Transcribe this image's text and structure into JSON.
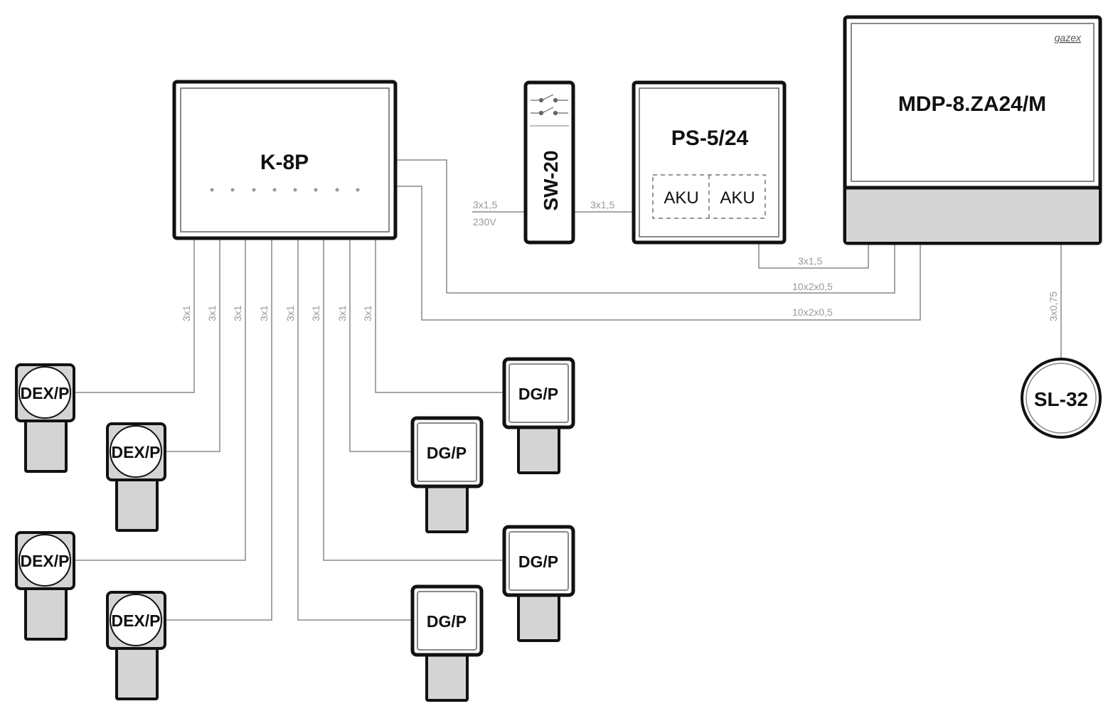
{
  "devices": {
    "k8p": "K-8P",
    "sw20": "SW-20",
    "ps524": "PS-5/24",
    "aku1": "AKU",
    "aku2": "AKU",
    "mdp": "MDP-8.ZA24/M",
    "brand": "gazex",
    "sl32": "SL-32"
  },
  "sensors": {
    "dex1": "DEX/P",
    "dex2": "DEX/P",
    "dex3": "DEX/P",
    "dex4": "DEX/P",
    "dg1": "DG/P",
    "dg2": "DG/P",
    "dg3": "DG/P",
    "dg4": "DG/P"
  },
  "cables": {
    "k8p_out": [
      "3x1",
      "3x1",
      "3x1",
      "3x1",
      "3x1",
      "3x1",
      "3x1",
      "3x1"
    ],
    "mains_section": "3x1,5",
    "mains_voltage": "230V",
    "sw_to_ps": "3x1,5",
    "ps_to_mdp": "3x1,5",
    "k8p_to_mdp_a": "10x2x0,5",
    "k8p_to_mdp_b": "10x2x0,5",
    "mdp_to_sl32": "3x0,75"
  }
}
